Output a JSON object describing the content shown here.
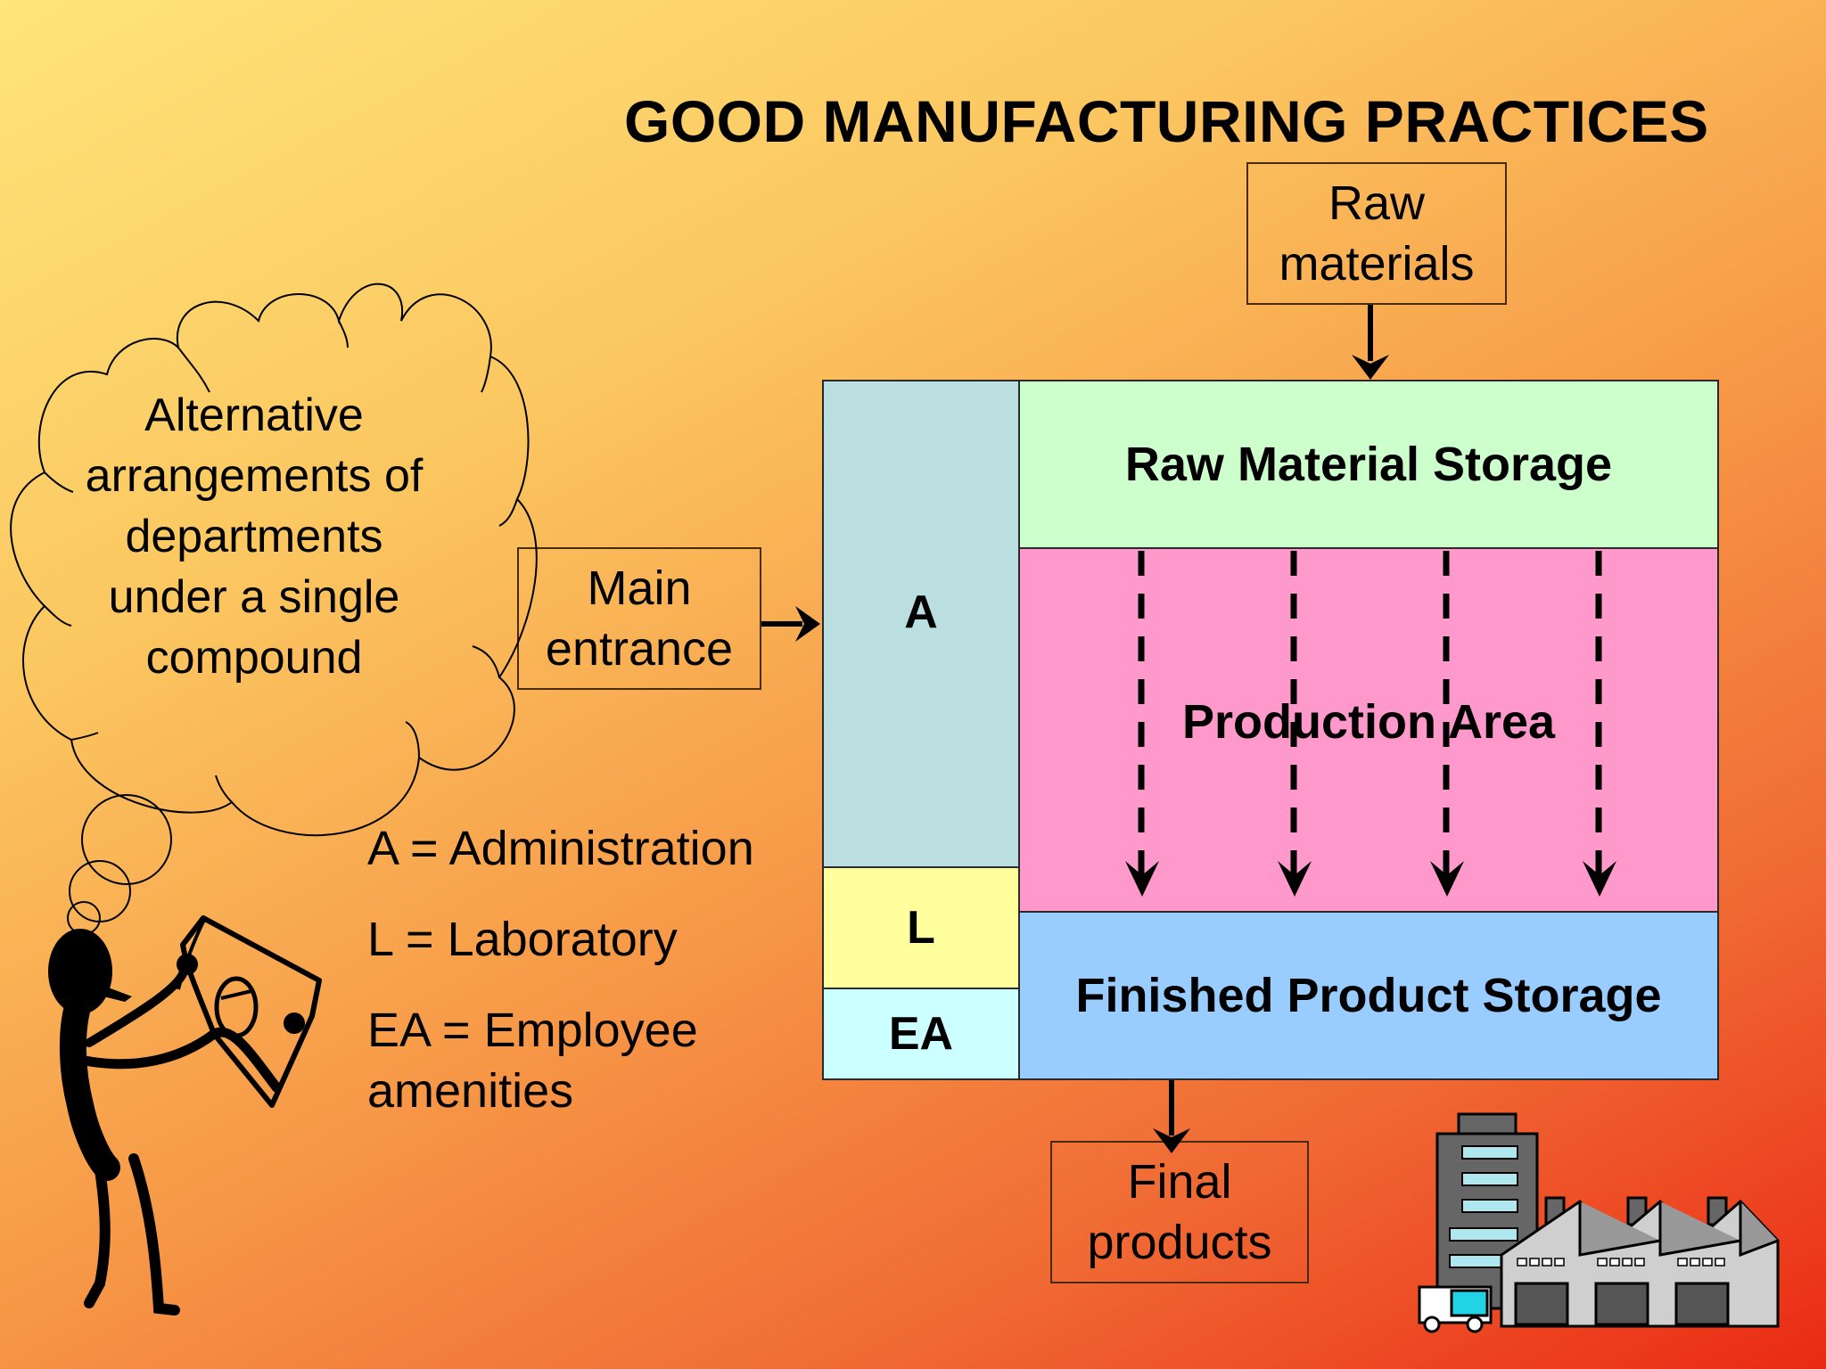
{
  "title": "GOOD MANUFACTURING PRACTICES",
  "raw_materials": "Raw materials",
  "main_entrance": "Main entrance",
  "final_products": "Final products",
  "cloud_text": "Alternative arrangements of departments under a single compound",
  "zones": {
    "a": "A",
    "l": "L",
    "ea": "EA",
    "raw_storage": "Raw Material Storage",
    "production": "Production Area",
    "finished_storage": "Finished Product Storage"
  },
  "legend": {
    "a": "A = Administration",
    "l": "L = Laboratory",
    "ea_line1": "EA = Employee",
    "ea_line2": "amenities"
  },
  "colors": {
    "admin": "#bbdfe0",
    "lab": "#ffff9e",
    "amenities": "#ccffff",
    "raw_storage": "#ccffcc",
    "production": "#ff99cc",
    "finished_storage": "#99ccff"
  }
}
